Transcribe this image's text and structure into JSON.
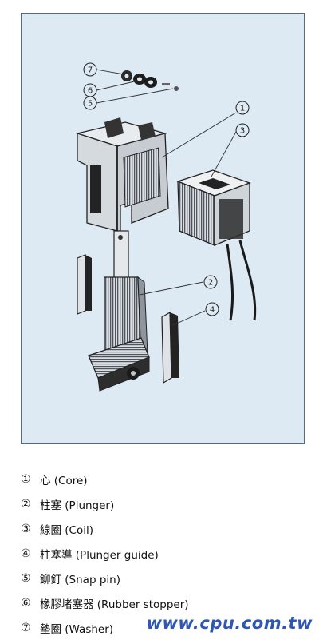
{
  "callouts": [
    "7",
    "6",
    "5",
    "1",
    "3",
    "2",
    "4"
  ],
  "legend": [
    {
      "num": "①",
      "label": "心 (Core)"
    },
    {
      "num": "②",
      "label": "柱塞 (Plunger)"
    },
    {
      "num": "③",
      "label": "線圈 (Coil)"
    },
    {
      "num": "④",
      "label": "柱塞導 (Plunger guide)"
    },
    {
      "num": "⑤",
      "label": "鉚釘 (Snap pin)"
    },
    {
      "num": "⑥",
      "label": "橡膠堵塞器 (Rubber stopper)"
    },
    {
      "num": "⑦",
      "label": "墊圈 (Washer)"
    }
  ],
  "watermark": "www.cpu.com.tw",
  "colors": {
    "panel_bg": "#dde9f3",
    "panel_border": "#556a80",
    "watermark": "#2f56b5"
  }
}
